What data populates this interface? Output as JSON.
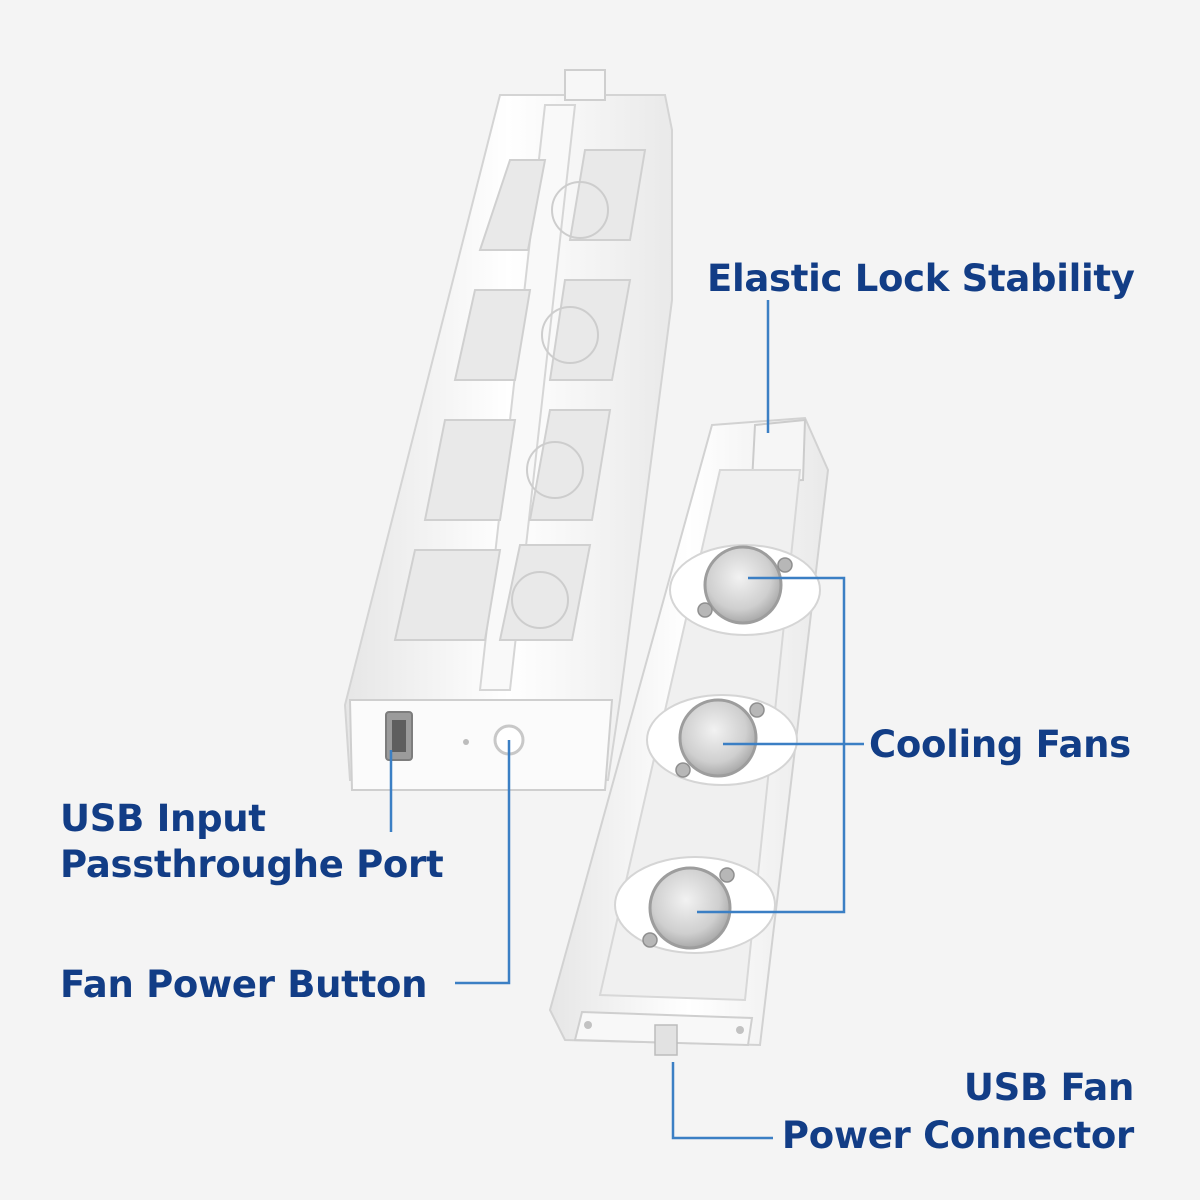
{
  "colors": {
    "background": "#f4f4f4",
    "label_text": "#123d86",
    "leader_line": "#3b7fc4",
    "stand_body": "#ffffff",
    "stand_shadow": "#dcdcdc",
    "fan_hub": "#c9c9c9"
  },
  "labels": {
    "elastic_lock": "Elastic Lock Stability",
    "cooling_fans": "Cooling Fans",
    "usb_input_line1": "USB Input",
    "usb_input_line2": "Passthroughe Port",
    "fan_power_button": "Fan Power Button",
    "usb_fan_line1": "USB Fan",
    "usb_fan_line2": "Power Connector"
  }
}
